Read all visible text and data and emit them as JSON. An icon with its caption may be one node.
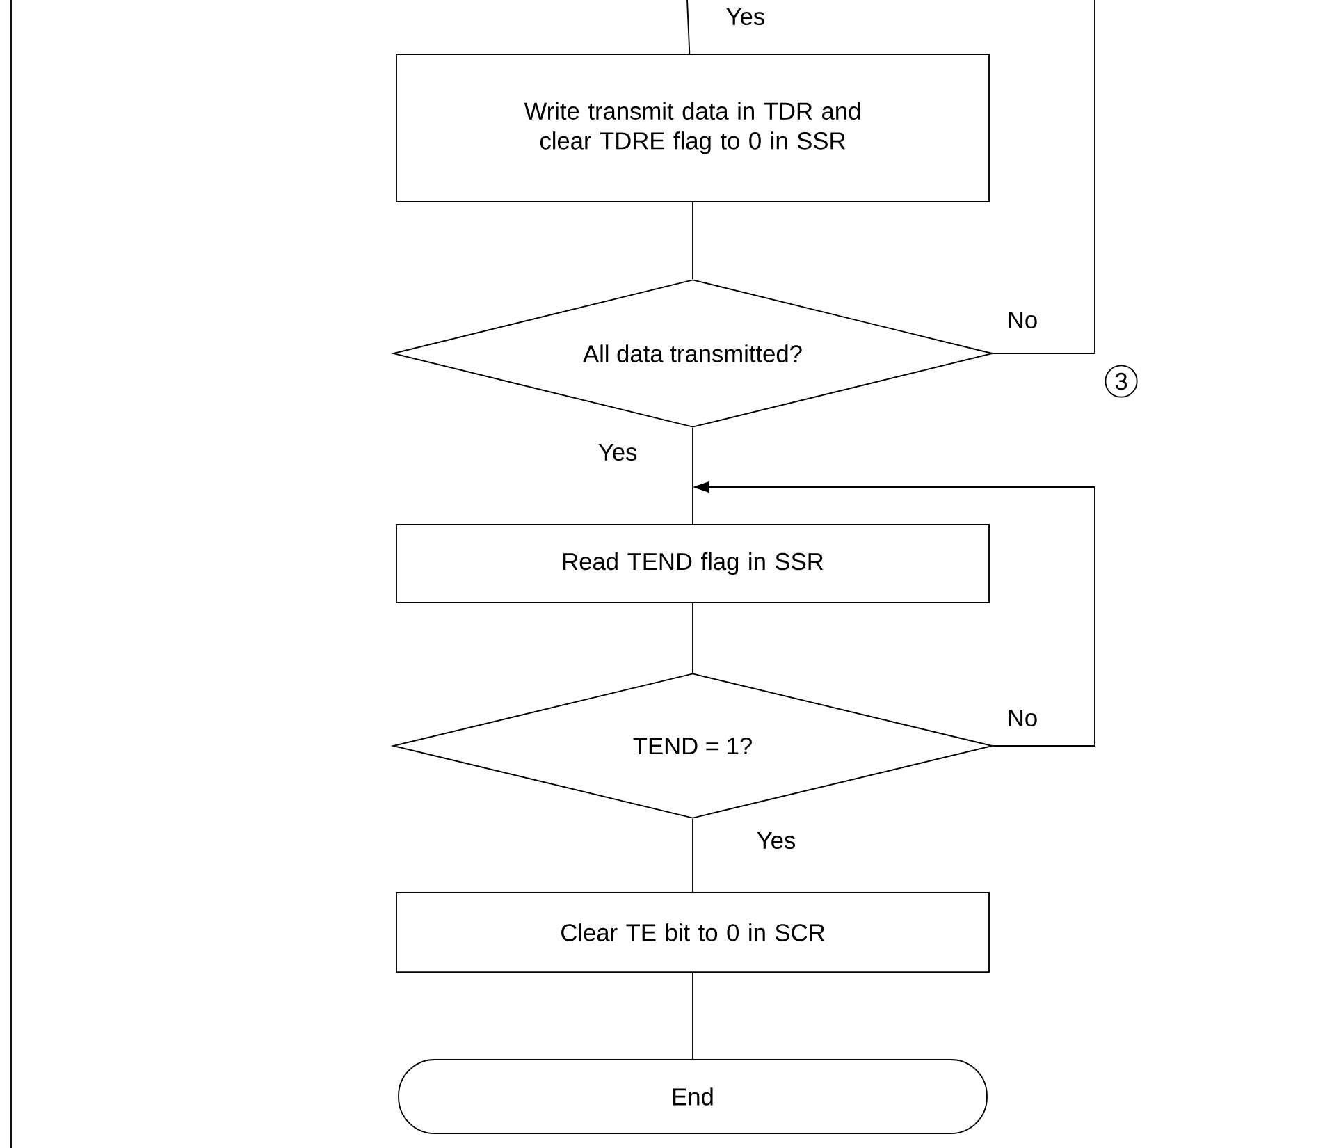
{
  "diagram": {
    "nodes": [
      {
        "text": [
          "Write transmit data in TDR and clear TDRE flag to 0 in SSR"
        ]
      },
      {
        "text": [
          "All data transmitted?"
        ]
      },
      {
        "text": [
          "Read TEND flag in SSR"
        ]
      },
      {
        "text": [
          "TEND = 1?"
        ]
      },
      {
        "text": [
          "Clear TE bit to 0 in SCR"
        ]
      },
      {
        "text": [
          "End"
        ]
      }
    ],
    "edges": [
      {
        "from": null,
        "to": 0,
        "arrow": "none",
        "label": "Yes"
      },
      {
        "from": 0,
        "to": 1,
        "arrow": "none"
      },
      {
        "from": 1,
        "to": null,
        "arrow": "none",
        "label": "No"
      },
      {
        "from": 1,
        "to": 2,
        "arrow": "none",
        "label": "Yes"
      },
      {
        "from": 3,
        "to": 2,
        "arrow": "to",
        "label": "No"
      },
      {
        "from": 2,
        "to": 3,
        "arrow": "none"
      },
      {
        "from": 3,
        "to": 4,
        "arrow": "none",
        "label": "Yes"
      },
      {
        "from": 4,
        "to": 5,
        "arrow": "none"
      }
    ],
    "labels": [
      "3"
    ]
  }
}
